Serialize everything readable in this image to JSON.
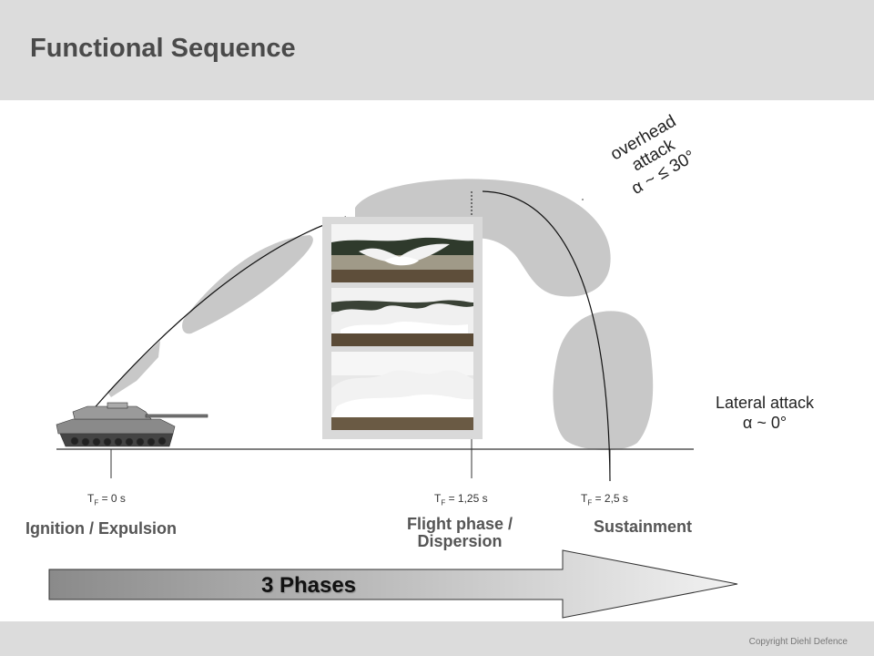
{
  "header": {
    "title": "Functional Sequence"
  },
  "footer": {
    "copyright": "Copyright Diehl Defence"
  },
  "attacks": {
    "overhead": {
      "line1": "overhead",
      "line2": "attack",
      "line3": "α ~ ≤ 30°"
    },
    "lateral": {
      "line1": "Lateral attack",
      "line2": "α ~ 0°"
    }
  },
  "timestamps": [
    {
      "label": "T",
      "sub": "F",
      "value": " = 0 s"
    },
    {
      "label": "T",
      "sub": "F",
      "value": " = 1,25 s"
    },
    {
      "label": "T",
      "sub": "F",
      "value": " = 2,5 s"
    }
  ],
  "phases": {
    "ignition": "Ignition  / Expulsion",
    "flight_line1": "Flight phase /",
    "flight_line2": "Dispersion",
    "sustainment": "Sustainment"
  },
  "arrow": {
    "label": "3 Phases"
  },
  "colors": {
    "header_bg": "#dcdcdc",
    "cloud": "#c8c8c8",
    "arrow_dark": "#8a8a8a",
    "arrow_light": "#f0f0f0"
  }
}
